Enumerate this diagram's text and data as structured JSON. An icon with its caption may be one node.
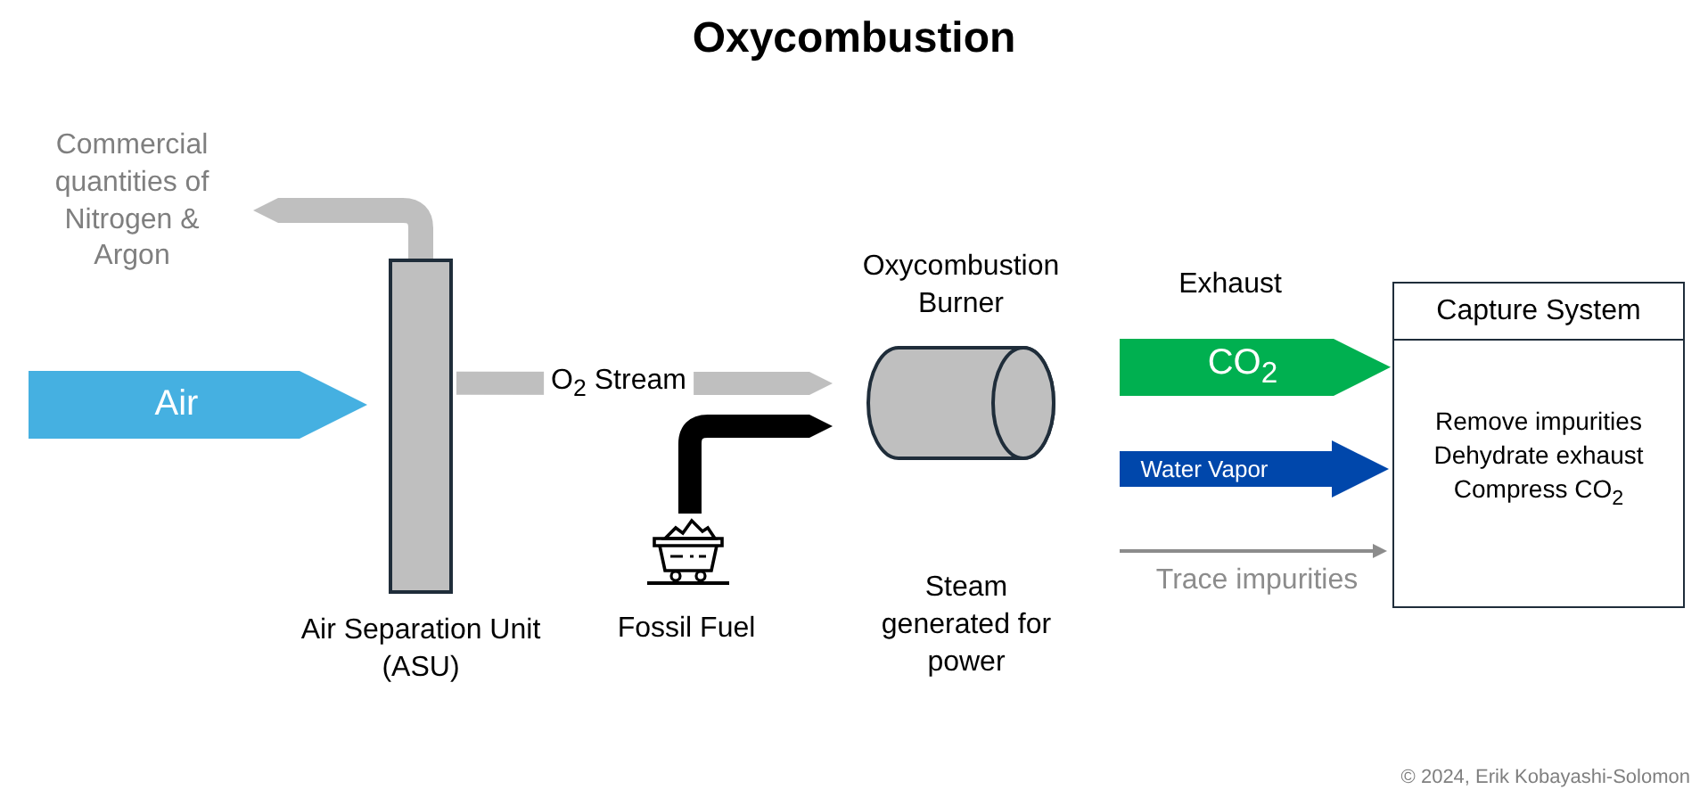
{
  "diagram": {
    "title": "Oxycombustion",
    "nodes": [
      {
        "text": [
          "Air Separation Unit (ASU)"
        ]
      },
      {
        "text": [
          "Commercial quantities of Nitrogen & Argon"
        ]
      },
      {
        "text": [
          "Oxycombustion Burner"
        ]
      },
      {
        "text": [
          "Fossil Fuel"
        ]
      },
      {
        "text": [
          "Capture System",
          "Remove impurities Dehydrate exhaust Compress CO$_{2}$"
        ]
      }
    ],
    "edges": [
      {
        "from": null,
        "to": 0,
        "arrow": "to",
        "label": "Air",
        "style": "thick",
        "color": "#45b0e1"
      },
      {
        "from": 0,
        "to": 1,
        "arrow": "to",
        "color": "#bfbfbf"
      },
      {
        "from": 0,
        "to": 2,
        "arrow": "to",
        "label": "O$_{2}$ Stream",
        "color": "#bfbfbf"
      },
      {
        "from": 3,
        "to": 2,
        "arrow": "to",
        "color": "#000000"
      },
      {
        "from": null,
        "to": 4,
        "arrow": "to",
        "label": "CO$_{2}$",
        "style": "thick",
        "color": "#00b050"
      },
      {
        "from": null,
        "to": 4,
        "arrow": "to",
        "label": "Water Vapor",
        "color": "#0047ab"
      },
      {
        "from": null,
        "to": 4,
        "arrow": "to",
        "label": "Trace impurities",
        "color": "#8c8c8c"
      }
    ],
    "labels": [
      "Steam generated for power",
      "Exhaust",
      "© 2024, Erik Kobayashi-Solomon"
    ]
  }
}
